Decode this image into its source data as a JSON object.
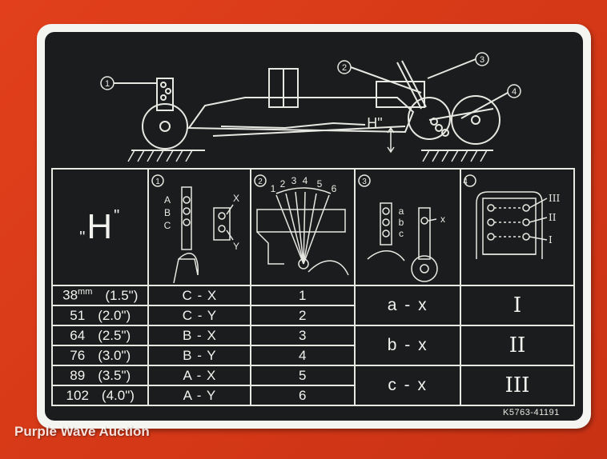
{
  "label": {
    "header_h": "H",
    "callouts": [
      "1",
      "2",
      "3",
      "4"
    ],
    "diagram_h_label": "H\"",
    "col1_letters": [
      "A",
      "B",
      "C"
    ],
    "col1_xy": [
      "X",
      "Y"
    ],
    "col2_positions": [
      "1",
      "2",
      "3",
      "4",
      "5",
      "6"
    ],
    "col3_letters": [
      "a",
      "b",
      "c"
    ],
    "col3_x": "x",
    "col4_roman": [
      "III",
      "II",
      "I"
    ],
    "rows": [
      {
        "mm": "38",
        "unit": "mm",
        "inch": "(1.5\")",
        "pin": "C - X",
        "pos": "1"
      },
      {
        "mm": "51",
        "unit": "",
        "inch": "(2.0\")",
        "pin": "C - Y",
        "pos": "2"
      },
      {
        "mm": "64",
        "unit": "",
        "inch": "(2.5\")",
        "pin": "B - X",
        "pos": "3"
      },
      {
        "mm": "76",
        "unit": "",
        "inch": "(3.0\")",
        "pin": "B - Y",
        "pos": "4"
      },
      {
        "mm": "89",
        "unit": "",
        "inch": "(3.5\")",
        "pin": "A - X",
        "pos": "5"
      },
      {
        "mm": "102",
        "unit": "",
        "inch": "(4.0\")",
        "pin": "A - Y",
        "pos": "6"
      }
    ],
    "groups": [
      {
        "combo": "a - x",
        "roman": "I"
      },
      {
        "combo": "b - x",
        "roman": "II"
      },
      {
        "combo": "c - x",
        "roman": "III"
      }
    ],
    "part_number": "K5763-41191"
  },
  "watermark": "Purple Wave Auction",
  "colors": {
    "background": "#d83a18",
    "plate": "#1b1c1e",
    "border": "#f4f4f0",
    "ink": "#f2f2ee"
  }
}
